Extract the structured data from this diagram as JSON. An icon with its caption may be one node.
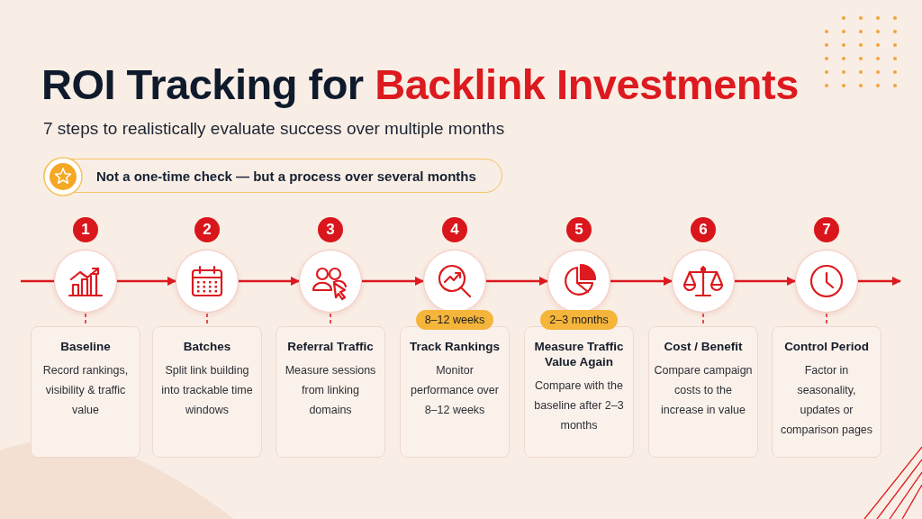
{
  "diagram": {
    "title": "ROI Tracking for **Backlink Investments**",
    "nodes": [
      {
        "text": [
          "Not a one-time check — but a process over several months"
        ]
      },
      {
        "text": [],
        "shape": "circle",
        "beside": [
          "1"
        ]
      },
      {
        "text": [],
        "shape": "circle",
        "beside": [
          "2"
        ]
      },
      {
        "text": [],
        "shape": "circle",
        "beside": [
          "3"
        ]
      },
      {
        "text": [],
        "shape": "circle",
        "beside": [
          "4"
        ]
      },
      {
        "text": [],
        "shape": "circle",
        "beside": [
          "5"
        ]
      },
      {
        "text": [],
        "shape": "circle",
        "beside": [
          "6"
        ]
      },
      {
        "text": [],
        "shape": "circle",
        "beside": [
          "7"
        ]
      },
      {
        "text": [
          "Baseline",
          "Record rankings, visibility & traffic value"
        ]
      },
      {
        "text": [
          "Batches",
          "Split link building into trackable time windows"
        ]
      },
      {
        "text": [
          "Referral Traffic",
          "Measure sessions from linking domains"
        ]
      },
      {
        "text": [
          "Track Rankings",
          "Monitor performance over 8–12 weeks"
        ],
        "beside": [
          "8–12 weeks"
        ]
      },
      {
        "text": [
          "Measure Traffic Value Again",
          "Compare with the baseline after 2–3 months"
        ],
        "beside": [
          "2–3 months"
        ]
      },
      {
        "text": [
          "Cost / Benefit",
          "Compare campaign costs to the increase in value"
        ]
      },
      {
        "text": [
          "Control Period",
          "Factor in seasonality, updates or comparison pages"
        ]
      }
    ],
    "edges": [
      {
        "from": null,
        "to": 1,
        "arrow": "none"
      },
      {
        "from": 1,
        "to": 2,
        "arrow": "to"
      },
      {
        "from": 2,
        "to": 3,
        "arrow": "to"
      },
      {
        "from": 3,
        "to": 4,
        "arrow": "to"
      },
      {
        "from": 4,
        "to": 5,
        "arrow": "to"
      },
      {
        "from": 5,
        "to": 6,
        "arrow": "to"
      },
      {
        "from": 6,
        "to": 7,
        "arrow": "to"
      },
      {
        "from": 7,
        "to": null,
        "arrow": "to"
      },
      {
        "from": 1,
        "to": 8,
        "arrow": "none",
        "style": "dashed"
      },
      {
        "from": 2,
        "to": 9,
        "arrow": "none",
        "style": "dashed"
      },
      {
        "from": 3,
        "to": 10,
        "arrow": "none",
        "style": "dashed"
      },
      {
        "from": 6,
        "to": 13,
        "arrow": "none",
        "style": "dashed"
      },
      {
        "from": 7,
        "to": 14,
        "arrow": "none",
        "style": "dashed"
      }
    ],
    "labels": [
      "7 steps to realistically evaluate success over multiple months"
    ]
  }
}
